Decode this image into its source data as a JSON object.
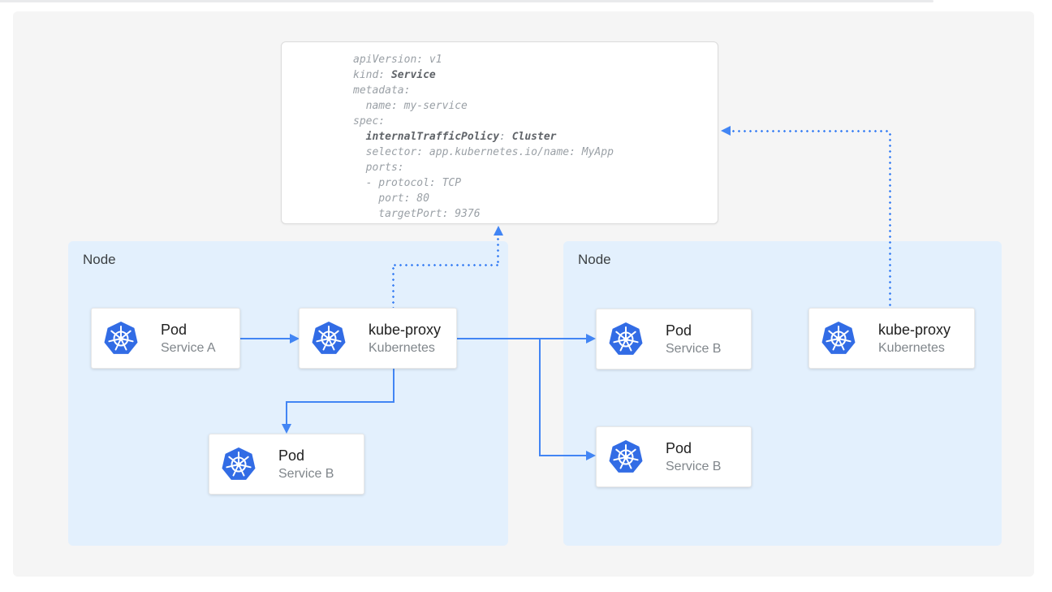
{
  "colors": {
    "accent": "#4285f4",
    "node_bg": "#e3f0fd",
    "kubernetes_blue": "#326ce5",
    "code_text": "#9aa0a6",
    "code_bold": "#5f6368"
  },
  "yaml_card": {
    "lines": [
      [
        {
          "t": "apiVersion: v1"
        }
      ],
      [
        {
          "t": "kind: "
        },
        {
          "t": "Service",
          "b": true
        }
      ],
      [
        {
          "t": "metadata:"
        }
      ],
      [
        {
          "t": "  name: my-service"
        }
      ],
      [
        {
          "t": "spec:"
        }
      ],
      [
        {
          "t": "  "
        },
        {
          "t": "internalTrafficPolicy",
          "b": true
        },
        {
          "t": ": "
        },
        {
          "t": "Cluster",
          "b": true
        }
      ],
      [
        {
          "t": "  selector: app.kubernetes.io/name: MyApp"
        }
      ],
      [
        {
          "t": "  ports:"
        }
      ],
      [
        {
          "t": "  - protocol: TCP"
        }
      ],
      [
        {
          "t": "    port: 80"
        }
      ],
      [
        {
          "t": "    targetPort: 9376"
        }
      ]
    ]
  },
  "nodes": {
    "left": {
      "label": "Node"
    },
    "right": {
      "label": "Node"
    }
  },
  "cards": {
    "pod_a": {
      "title": "Pod",
      "subtitle": "Service A"
    },
    "kube_proxy_left": {
      "title": "kube-proxy",
      "subtitle": "Kubernetes"
    },
    "pod_b_left": {
      "title": "Pod",
      "subtitle": "Service B"
    },
    "pod_b_top_right": {
      "title": "Pod",
      "subtitle": "Service B"
    },
    "pod_b_bottom_right": {
      "title": "Pod",
      "subtitle": "Service B"
    },
    "kube_proxy_right": {
      "title": "kube-proxy",
      "subtitle": "Kubernetes"
    }
  }
}
